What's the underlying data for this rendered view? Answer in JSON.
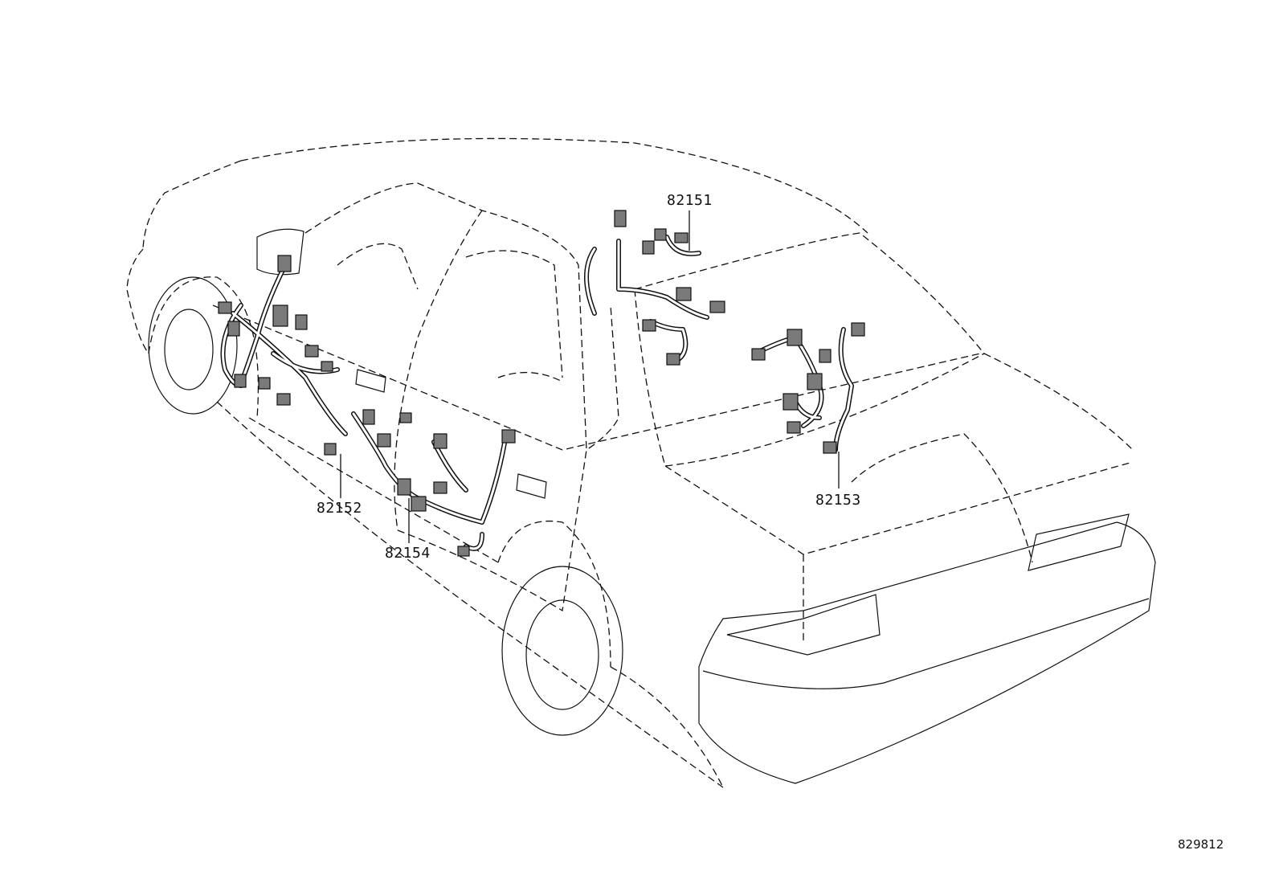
{
  "diagram": {
    "catalog_number": "829812",
    "parts": [
      {
        "id": "82151",
        "label": "82151"
      },
      {
        "id": "82152",
        "label": "82152"
      },
      {
        "id": "82153",
        "label": "82153"
      },
      {
        "id": "82154",
        "label": "82154"
      }
    ]
  }
}
